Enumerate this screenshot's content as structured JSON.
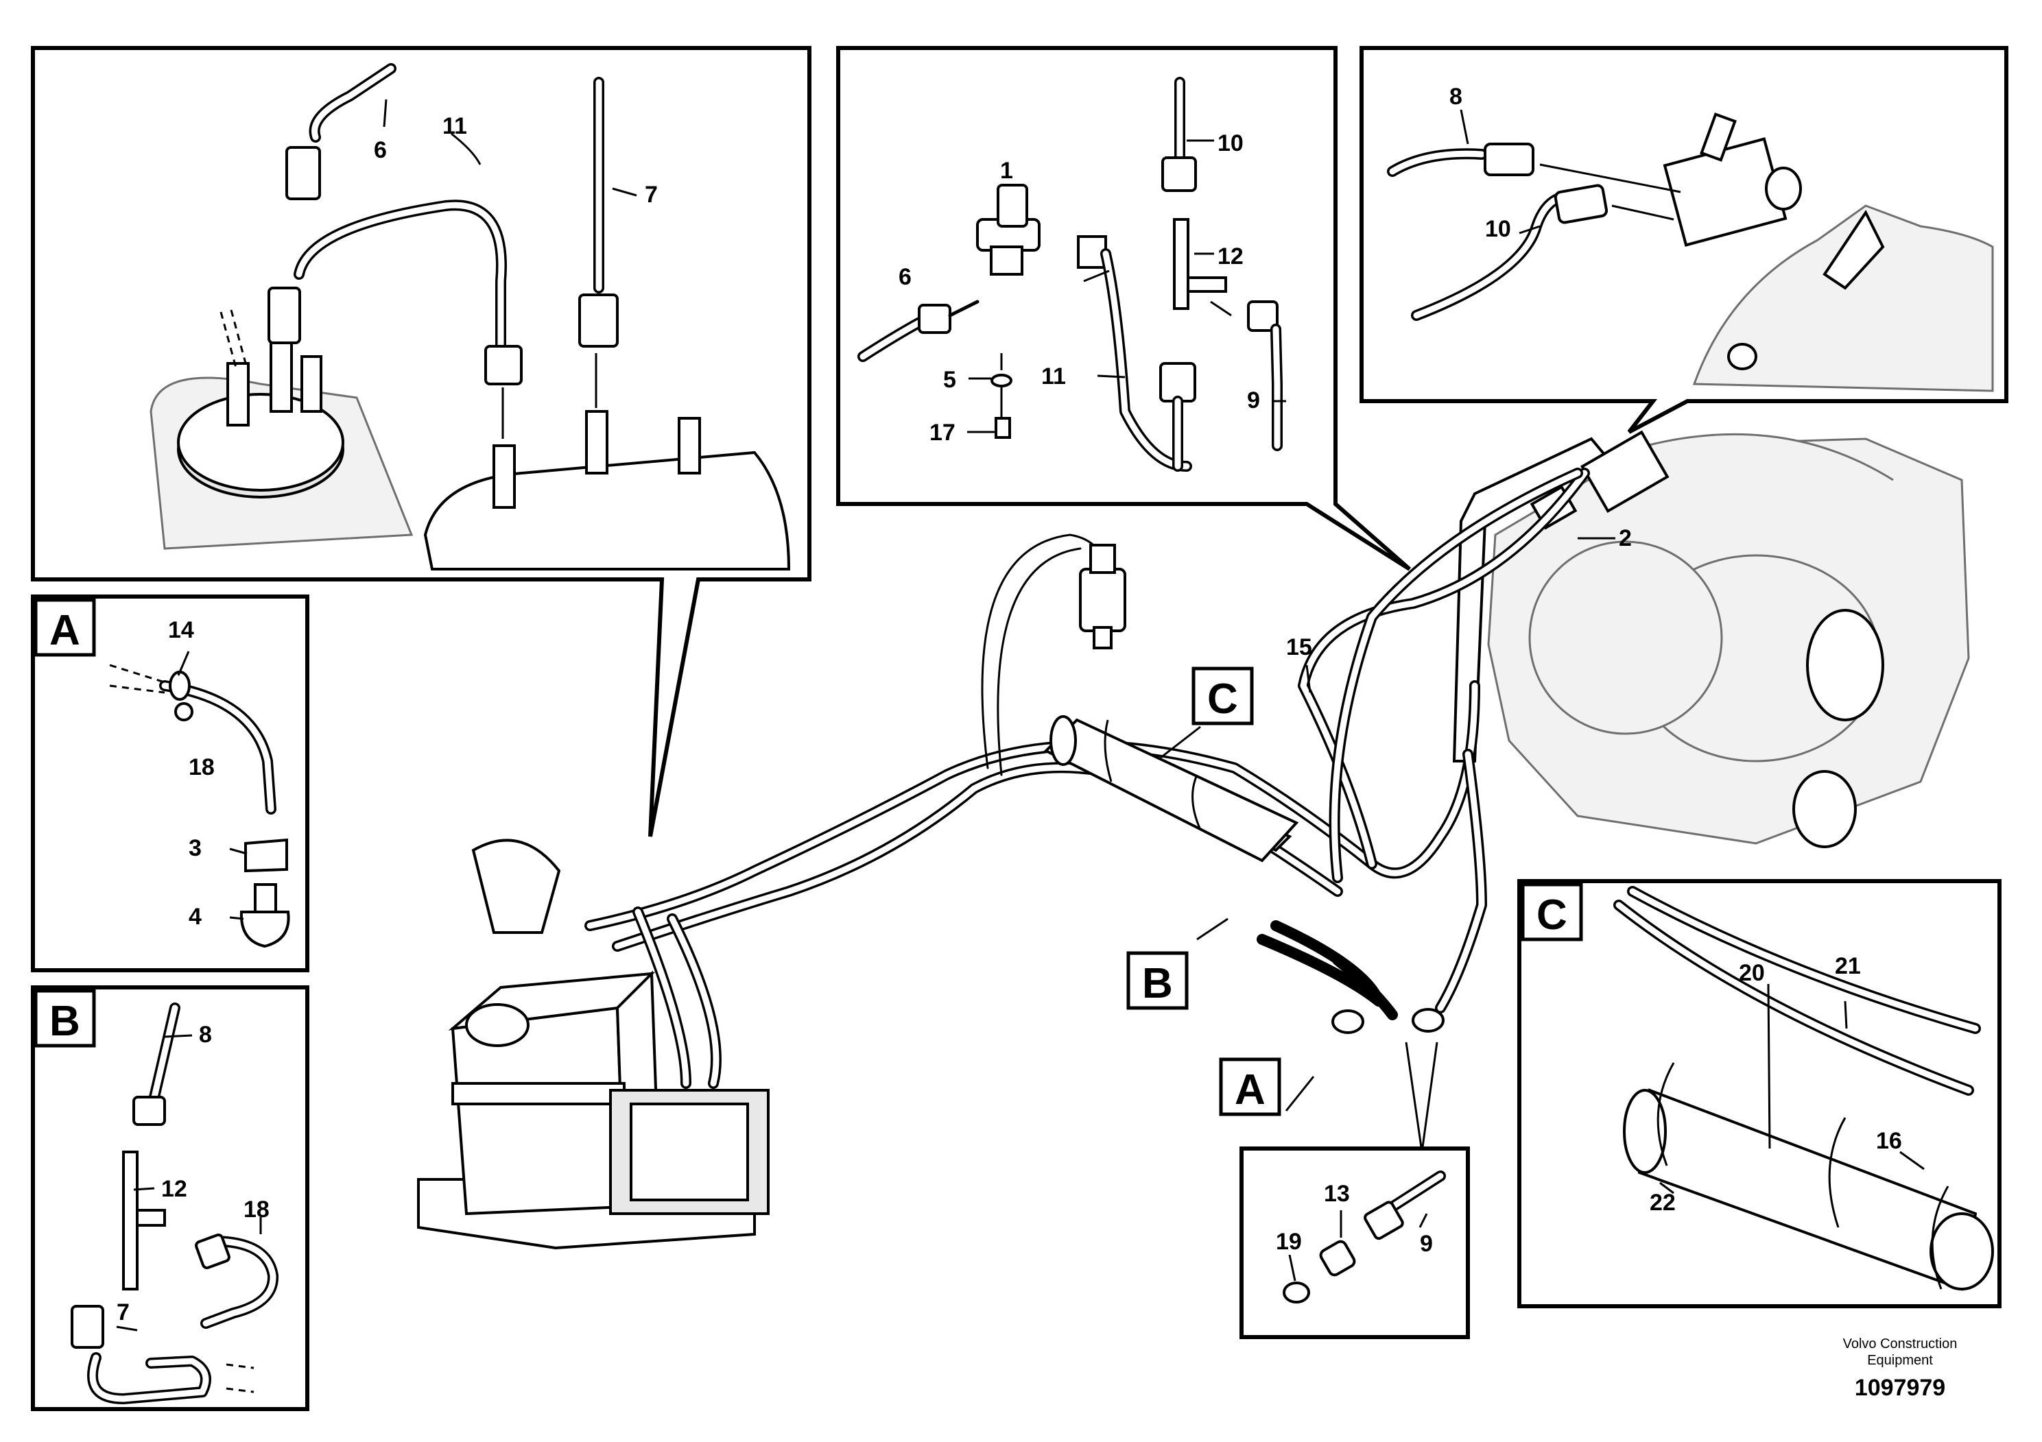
{
  "labels": {
    "d1": {
      "n6": "6",
      "n11": "11",
      "n7": "7"
    },
    "d2": {
      "n1": "1",
      "n10": "10",
      "n12": "12",
      "n6": "6",
      "n5": "5",
      "n11": "11",
      "n9": "9",
      "n17": "17"
    },
    "d3": {
      "n8": "8",
      "n10": "10"
    },
    "detail_a": {
      "letter": "A",
      "n14": "14",
      "n18": "18",
      "n3": "3",
      "n4": "4"
    },
    "detail_b": {
      "letter": "B",
      "n8": "8",
      "n12": "12",
      "n18": "18",
      "n7": "7"
    },
    "detail_c": {
      "letter": "C",
      "n20": "20",
      "n21": "21",
      "n16": "16",
      "n22": "22"
    },
    "detail_fitting": {
      "n13": "13",
      "n19": "19",
      "n9": "9"
    },
    "main": {
      "n2": "2",
      "n15": "15",
      "ref_a": "A",
      "ref_b": "B",
      "ref_c": "C"
    }
  },
  "footer": {
    "brand_line1": "Volvo Construction",
    "brand_line2": "Equipment",
    "doc_number": "1097979"
  }
}
